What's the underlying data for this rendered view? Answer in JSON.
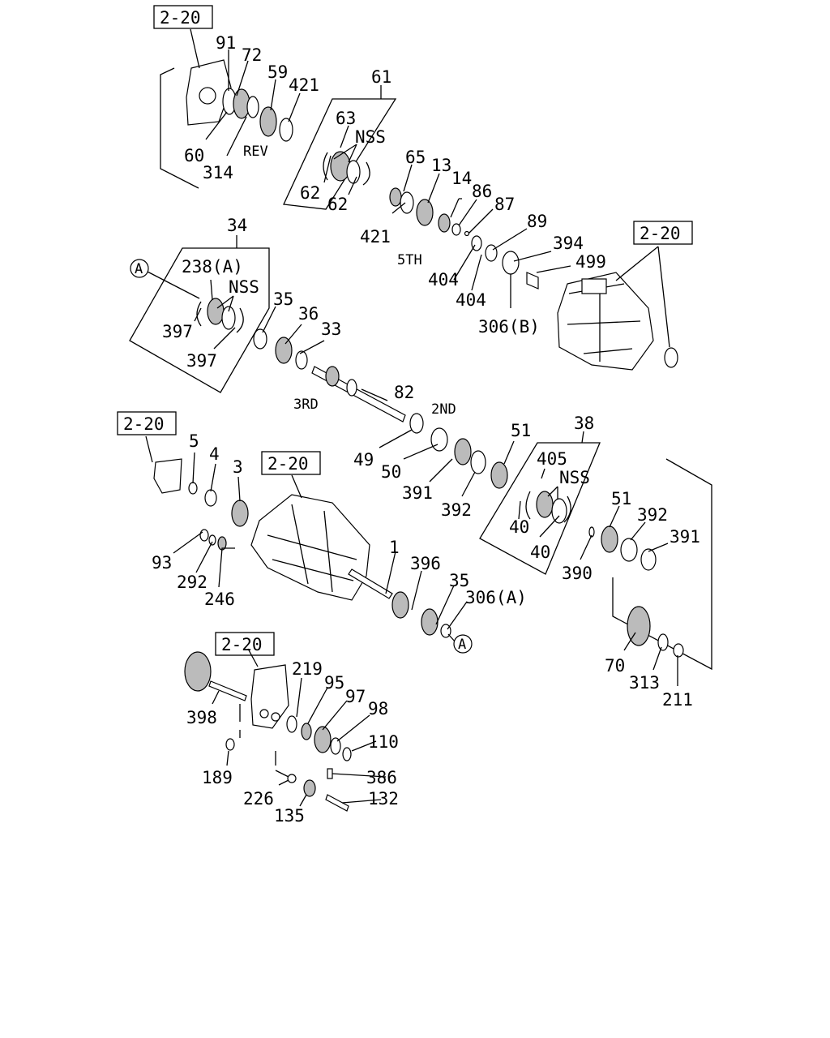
{
  "references": {
    "ref_a": "2-20",
    "ref_b": "2-20",
    "ref_c": "2-20",
    "ref_d": "2-20",
    "ref_e": "2-20"
  },
  "callouts": {
    "c91": "91",
    "c72": "72",
    "c59": "59",
    "c421a": "421",
    "c60": "60",
    "c314": "314",
    "rev": "REV",
    "c61": "61",
    "c63": "63",
    "nss_a": "NSS",
    "c62a": "62",
    "c62b": "62",
    "c65": "65",
    "c13": "13",
    "c14": "14",
    "c86": "86",
    "c87": "87",
    "c421b": "421",
    "fifth": "5TH",
    "c89": "89",
    "c394": "394",
    "c499": "499",
    "c404a": "404",
    "c404b": "404",
    "c306b": "306(B)",
    "c34": "34",
    "c238a": "238(A)",
    "nss_b": "NSS",
    "c397a": "397",
    "c397b": "397",
    "c35a": "35",
    "c36": "36",
    "c33": "33",
    "third": "3RD",
    "c82": "82",
    "second": "2ND",
    "c5": "5",
    "c4": "4",
    "c3": "3",
    "c93": "93",
    "c292": "292",
    "c246": "246",
    "c49": "49",
    "c50": "50",
    "c391a": "391",
    "c392a": "392",
    "c51a": "51",
    "c38": "38",
    "c405": "405",
    "nss_c": "NSS",
    "c40a": "40",
    "c40b": "40",
    "c51b": "51",
    "c392b": "392",
    "c391b": "391",
    "c390": "390",
    "c1": "1",
    "c396": "396",
    "c35b": "35",
    "c306a": "306(A)",
    "c70": "70",
    "c313": "313",
    "c211": "211",
    "c219": "219",
    "c95": "95",
    "c97": "97",
    "c98": "98",
    "c110": "110",
    "c398": "398",
    "c189": "189",
    "c386": "386",
    "c226": "226",
    "c132": "132",
    "c135": "135"
  },
  "circle_markers": {
    "marker_a_top": "A",
    "marker_a_bottom": "A"
  }
}
